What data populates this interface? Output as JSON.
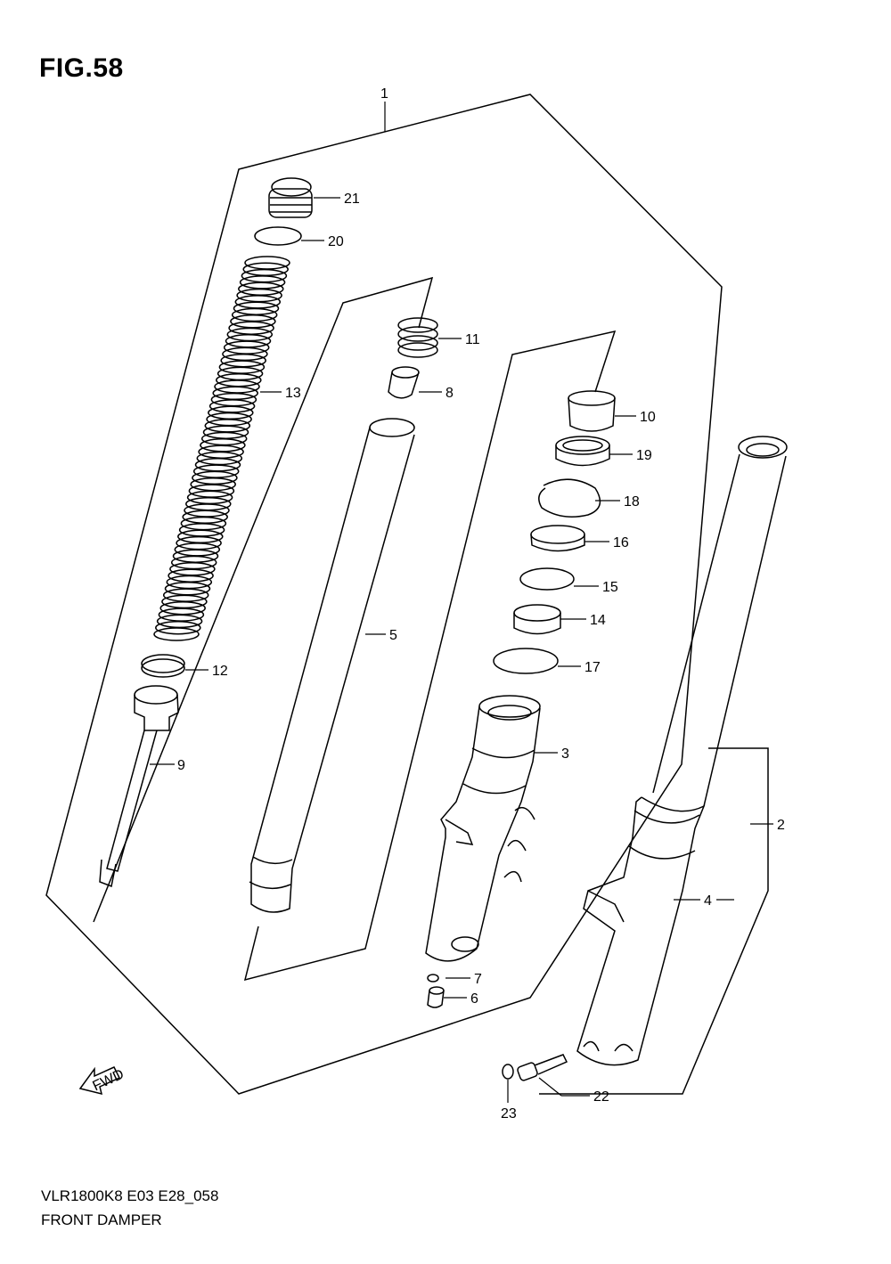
{
  "figure": {
    "title": "FIG.58",
    "code": "VLR1800K8 E03 E28_058",
    "caption": "FRONT DAMPER"
  },
  "fwd_label": "FWD",
  "callouts": [
    {
      "id": "p1",
      "label": "1"
    },
    {
      "id": "p2",
      "label": "2"
    },
    {
      "id": "p3",
      "label": "3"
    },
    {
      "id": "p4",
      "label": "4"
    },
    {
      "id": "p5",
      "label": "5"
    },
    {
      "id": "p6",
      "label": "6"
    },
    {
      "id": "p7",
      "label": "7"
    },
    {
      "id": "p8",
      "label": "8"
    },
    {
      "id": "p9",
      "label": "9"
    },
    {
      "id": "p10",
      "label": "10"
    },
    {
      "id": "p11",
      "label": "11"
    },
    {
      "id": "p12",
      "label": "12"
    },
    {
      "id": "p13",
      "label": "13"
    },
    {
      "id": "p14",
      "label": "14"
    },
    {
      "id": "p15",
      "label": "15"
    },
    {
      "id": "p16",
      "label": "16"
    },
    {
      "id": "p17",
      "label": "17"
    },
    {
      "id": "p18",
      "label": "18"
    },
    {
      "id": "p19",
      "label": "19"
    },
    {
      "id": "p20",
      "label": "20"
    },
    {
      "id": "p21",
      "label": "21"
    },
    {
      "id": "p22",
      "label": "22"
    },
    {
      "id": "p23",
      "label": "23"
    }
  ]
}
